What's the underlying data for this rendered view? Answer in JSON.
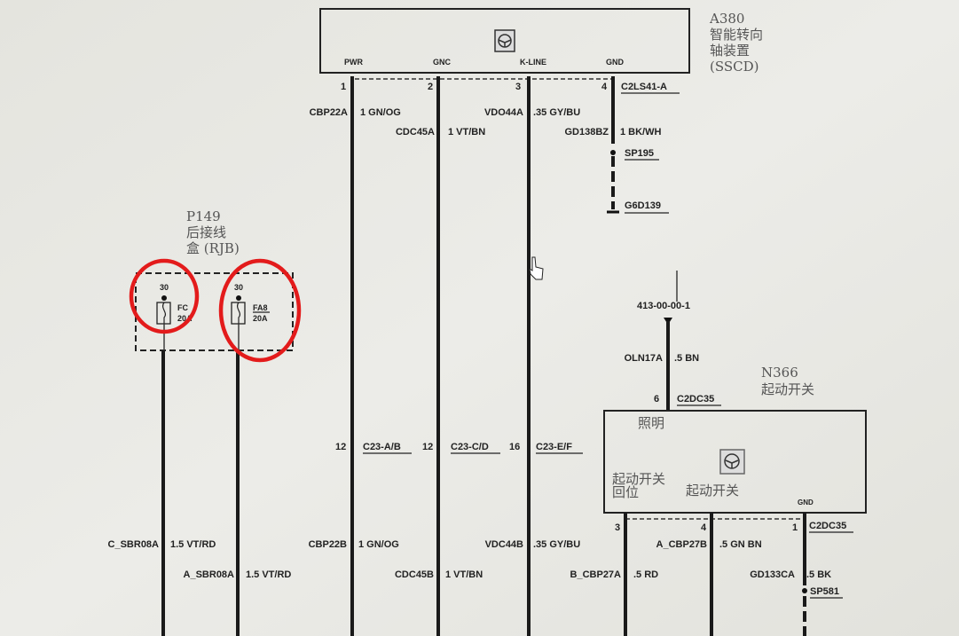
{
  "module_a380": {
    "id": "A380",
    "name_line1": "智能转向",
    "name_line2": "轴装置",
    "abbr": "(SSCD)",
    "pins": [
      "PWR",
      "GNC",
      "K-LINE",
      "GND"
    ],
    "pin_numbers": [
      "1",
      "2",
      "3",
      "4"
    ],
    "connector": "C2LS41-A",
    "icon": "steering-wheel-icon"
  },
  "top_wires": [
    {
      "circuit": "CBP22A",
      "spec": "1 GN/OG"
    },
    {
      "circuit": "CDC45A",
      "spec": "1 VT/BN"
    },
    {
      "circuit": "VDO44A",
      "spec": ".35 GY/BU"
    },
    {
      "circuit": "GD138BZ",
      "spec": "1 BK/WH"
    }
  ],
  "splice_top": "SP195",
  "ground_top": "G6D139",
  "rjb": {
    "id": "P149",
    "name_line1": "后接线",
    "name_line2": "盒 (RJB)",
    "fuses": [
      {
        "pin": "30",
        "name": "FC",
        "rating": "20A"
      },
      {
        "pin": "30",
        "name": "FA8",
        "rating": "20A"
      }
    ],
    "highlight_color": "#e31b1b"
  },
  "inline_connectors": [
    {
      "pin": "12",
      "name": "C23-A/B"
    },
    {
      "pin": "12",
      "name": "C23-C/D"
    },
    {
      "pin": "16",
      "name": "C23-E/F"
    }
  ],
  "ref_page": "413-00-00-1",
  "oln_wire": {
    "circuit": "OLN17A",
    "spec": ".5 BN"
  },
  "module_n366": {
    "id": "N366",
    "name": "起动开关",
    "in_pin": "6",
    "connector": "C2DC35",
    "label_light": "照明",
    "label_return_1": "起动开关",
    "label_return_2": "回位",
    "label_switch": "起动开关",
    "label_gnd": "GND",
    "out_pins": [
      "3",
      "4",
      "1"
    ],
    "icon": "steering-wheel-icon"
  },
  "bottom_wires": [
    {
      "circuit": "C_SBR08A",
      "spec": "1.5 VT/RD"
    },
    {
      "circuit": "A_SBR08A",
      "spec": "1.5 VT/RD"
    },
    {
      "circuit": "CBP22B",
      "spec": "1 GN/OG"
    },
    {
      "circuit": "CDC45B",
      "spec": "1 VT/BN"
    },
    {
      "circuit": "VDC44B",
      "spec": ".35 GY/BU"
    },
    {
      "circuit": "B_CBP27A",
      "spec": ".5 RD"
    },
    {
      "circuit": "A_CBP27B",
      "spec": ".5 GN BN"
    },
    {
      "circuit": "GD133CA",
      "spec": ".5 BK"
    }
  ],
  "splice_bottom": "SP581"
}
